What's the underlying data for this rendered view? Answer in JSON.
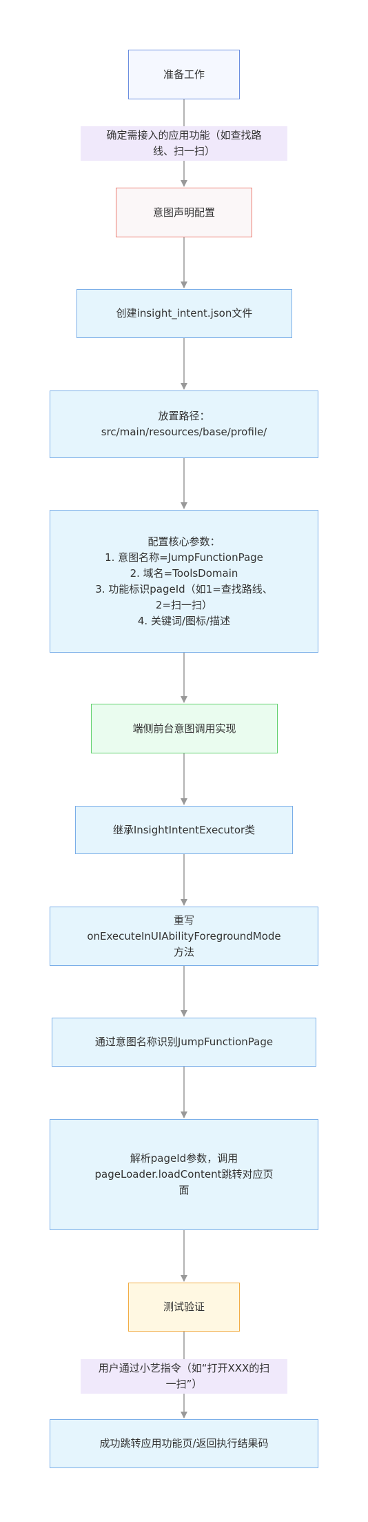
{
  "colors": {
    "edge": "#999999",
    "label_bg": "#f0e9fb"
  },
  "nodes": {
    "prepare": "准备工作",
    "intent_config": "意图声明配置",
    "create_json": "创建insight_intent.json文件",
    "path": "放置路径：\nsrc/main/resources/base/profile/",
    "core_params": "配置核心参数：\n1. 意图名称=JumpFunctionPage\n2. 域名=ToolsDomain\n3. 功能标识pageId（如1=查找路线、\n2=扫一扫）\n4. 关键词/图标/描述",
    "frontend_impl": "端侧前台意图调用实现",
    "inherit": "继承InsightIntentExecutor类",
    "override": "重写\nonExecuteInUIAbilityForegroundMode\n方法",
    "identify": "通过意图名称识别JumpFunctionPage",
    "parse": "解析pageId参数，调用\npageLoader.loadContent跳转对应页\n面",
    "test": "测试验证",
    "result": "成功跳转应用功能页/返回执行结果码"
  },
  "edge_labels": {
    "confirm_features": "确定需接入的应用功能（如查找路\n线、扫一扫）",
    "voice_command": "用户通过小艺指令（如“打开XXX的扫\n一扫”）"
  }
}
